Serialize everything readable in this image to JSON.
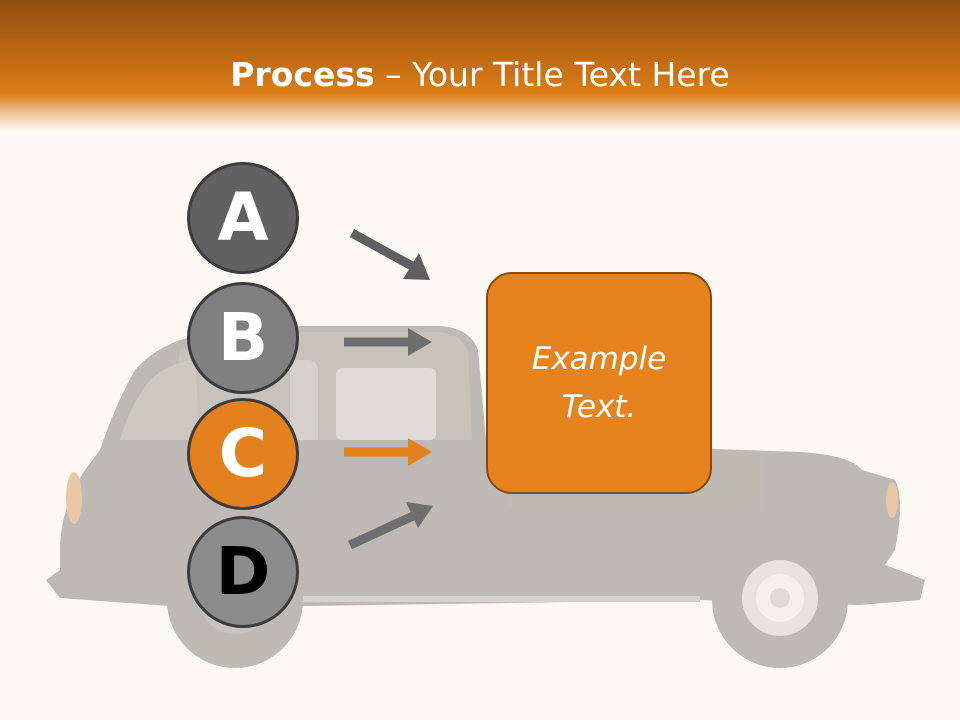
{
  "title": {
    "bold": "Process",
    "rest": " – Your Title Text Here"
  },
  "steps": [
    {
      "letter": "A",
      "color": "#616161"
    },
    {
      "letter": "B",
      "color": "#808080"
    },
    {
      "letter": "C",
      "color": "#e3811f"
    },
    {
      "letter": "D",
      "color": "#8c8c8c"
    }
  ],
  "arrows": [
    {
      "color": "#5f5f5f"
    },
    {
      "color": "#6e6e6e"
    },
    {
      "color": "#e3811f"
    },
    {
      "color": "#6e6e6e"
    }
  ],
  "box": {
    "text": "Example Text."
  },
  "colors": {
    "header": "#dc7d17",
    "accent": "#e7831e",
    "background": "#fcf8f4"
  },
  "background_image": "taxi-car-silhouette"
}
